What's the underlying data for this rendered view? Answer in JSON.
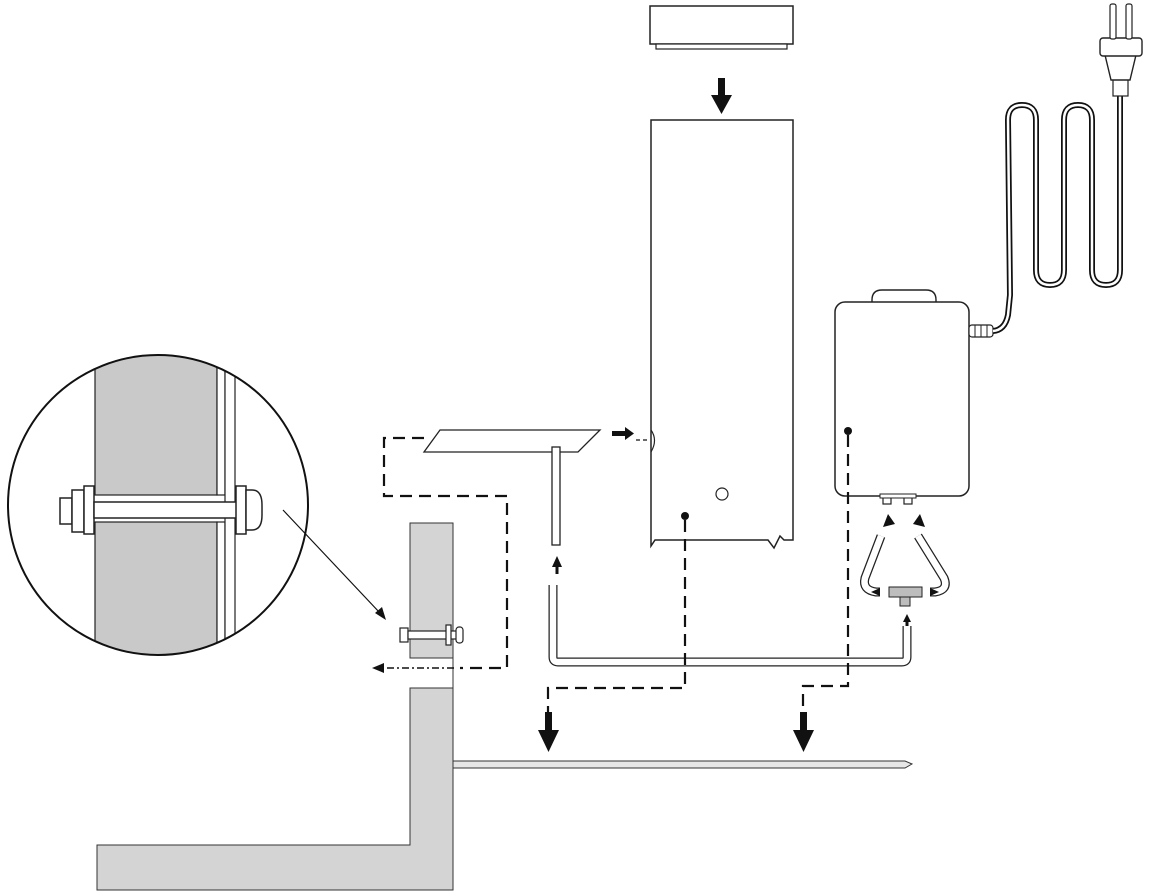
{
  "diagram": {
    "kind": "installation-diagram",
    "labels": [],
    "components": [
      "lid",
      "tower-unit",
      "plate",
      "rod",
      "hose",
      "pump-box",
      "power-cord",
      "plug",
      "t-connector",
      "wall-section",
      "floor-plate",
      "detail-magnifier"
    ],
    "colors": {
      "line": "#111111",
      "fill_gray": "#d4d4d4",
      "fill_white": "#ffffff",
      "cord": "#222222",
      "hose_fill": "#ffffff",
      "connector_gray": "#bdbdbd"
    }
  }
}
